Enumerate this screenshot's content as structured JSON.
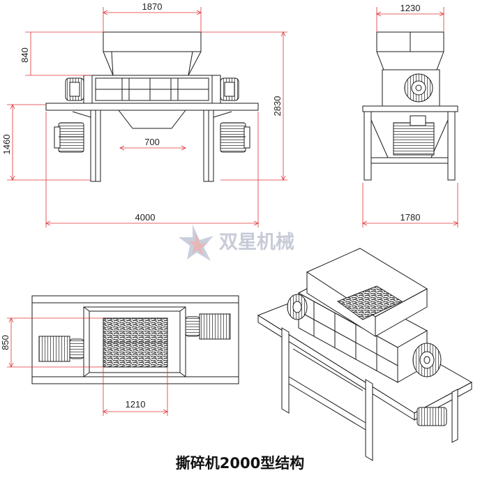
{
  "caption": "撕碎机2000型结构",
  "watermark": {
    "text": "双星机械"
  },
  "dimensions": {
    "front_top_width": "1870",
    "front_hopper_height": "840",
    "front_total_height": "2830",
    "front_lower_height": "1460",
    "front_outlet_width": "700",
    "front_total_length": "4000",
    "side_top_width": "1230",
    "side_base_width": "1780",
    "top_box_width": "850",
    "top_inner_length": "1210"
  },
  "colors": {
    "dimension_line": "#e03030",
    "drawing_line": "#1a1a1a",
    "watermark": "#c7cbd6"
  }
}
